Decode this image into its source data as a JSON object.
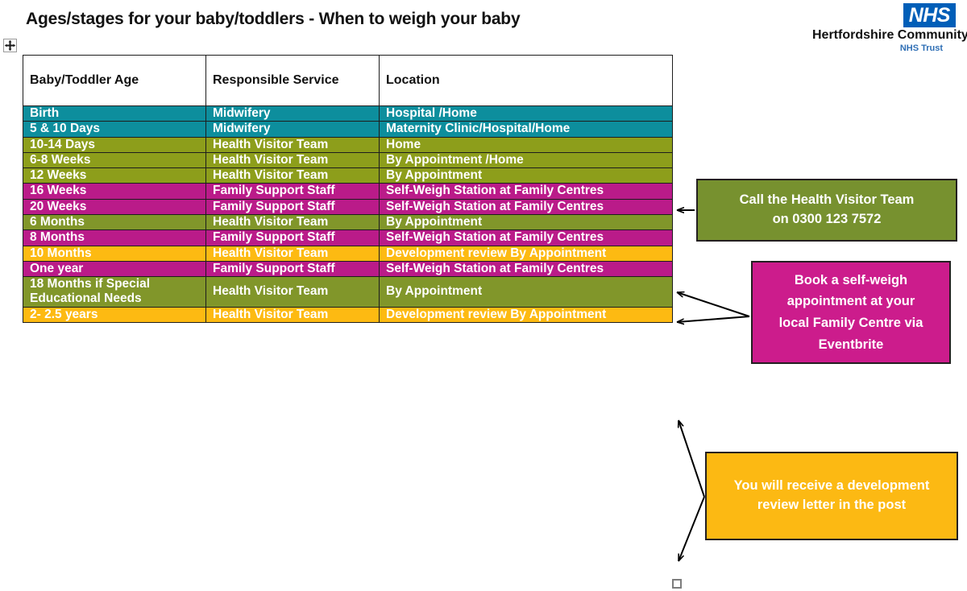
{
  "page": {
    "title": "Ages/stages for your baby/toddlers - When to weigh your baby"
  },
  "logo": {
    "badge": "NHS",
    "trust_name": "Hertfordshire Community",
    "trust_sub": "NHS Trust",
    "brand_blue": "#005EB8",
    "sub_blue": "#2f6fb5"
  },
  "handles": {
    "move": "move-handle-icon",
    "resize": "resize-handle-icon"
  },
  "table": {
    "headers": [
      "Baby/Toddler Age",
      "Responsible Service",
      "Location"
    ],
    "rows": [
      {
        "age": "Birth",
        "service": "Midwifery",
        "location": "Hospital /Home",
        "theme": "teal",
        "color": "#0D8E9D"
      },
      {
        "age": "5 & 10 Days",
        "service": "Midwifery",
        "location": "Maternity Clinic/Hospital/Home",
        "theme": "teal",
        "color": "#0D8E9D"
      },
      {
        "age": "10-14 Days",
        "service": "Health Visitor Team",
        "location": "Home",
        "theme": "green",
        "color": "#8D9E1B"
      },
      {
        "age": "6-8 Weeks",
        "service": "Health Visitor Team",
        "location": "By Appointment /Home",
        "theme": "green",
        "color": "#8D9E1B"
      },
      {
        "age": "12 Weeks",
        "service": "Health Visitor Team",
        "location": "By Appointment",
        "theme": "green",
        "color": "#8D9E1B"
      },
      {
        "age": "16 Weeks",
        "service": "Family Support Staff",
        "location": "Self-Weigh Station at Family Centres",
        "theme": "magenta",
        "color": "#BA1B89"
      },
      {
        "age": "20 Weeks",
        "service": "Family Support Staff",
        "location": "Self-Weigh Station at Family Centres",
        "theme": "magenta",
        "color": "#BA1B89"
      },
      {
        "age": "6 Months",
        "service": "Health Visitor Team",
        "location": "By Appointment",
        "theme": "olive",
        "color": "#81962A"
      },
      {
        "age": "8 Months",
        "service": "Family Support Staff",
        "location": "Self-Weigh Station at Family Centres",
        "theme": "magenta",
        "color": "#BA1B89"
      },
      {
        "age": "10 Months",
        "service": "Health Visitor Team",
        "location": "Development review By Appointment",
        "theme": "amber",
        "color": "#FDBA12"
      },
      {
        "age": "One year",
        "service": "Family Support Staff",
        "location": "Self-Weigh Station at Family Centres",
        "theme": "magenta",
        "color": "#BA1B89"
      },
      {
        "age": "18 Months if Special Educational Needs",
        "service": "Health Visitor Team",
        "location": "By Appointment",
        "theme": "olive",
        "color": "#81962A"
      },
      {
        "age": "2- 2.5 years",
        "service": "Health Visitor Team",
        "location": "Development review By Appointment",
        "theme": "amber",
        "color": "#FDBA12"
      }
    ]
  },
  "callouts": [
    {
      "id": "health-visitor",
      "line1": "Call the Health Visitor Team",
      "line2": "on 0300 123 7572",
      "color": "#77912F"
    },
    {
      "id": "self-weigh",
      "line1": "Book a self-weigh",
      "line2": "appointment at your",
      "line3": "local Family Centre via",
      "line4": "Eventbrite",
      "color": "#CC1C8C"
    },
    {
      "id": "development-review",
      "line1": "You will receive a development",
      "line2": "review letter in the post",
      "color": "#FCB913"
    }
  ]
}
